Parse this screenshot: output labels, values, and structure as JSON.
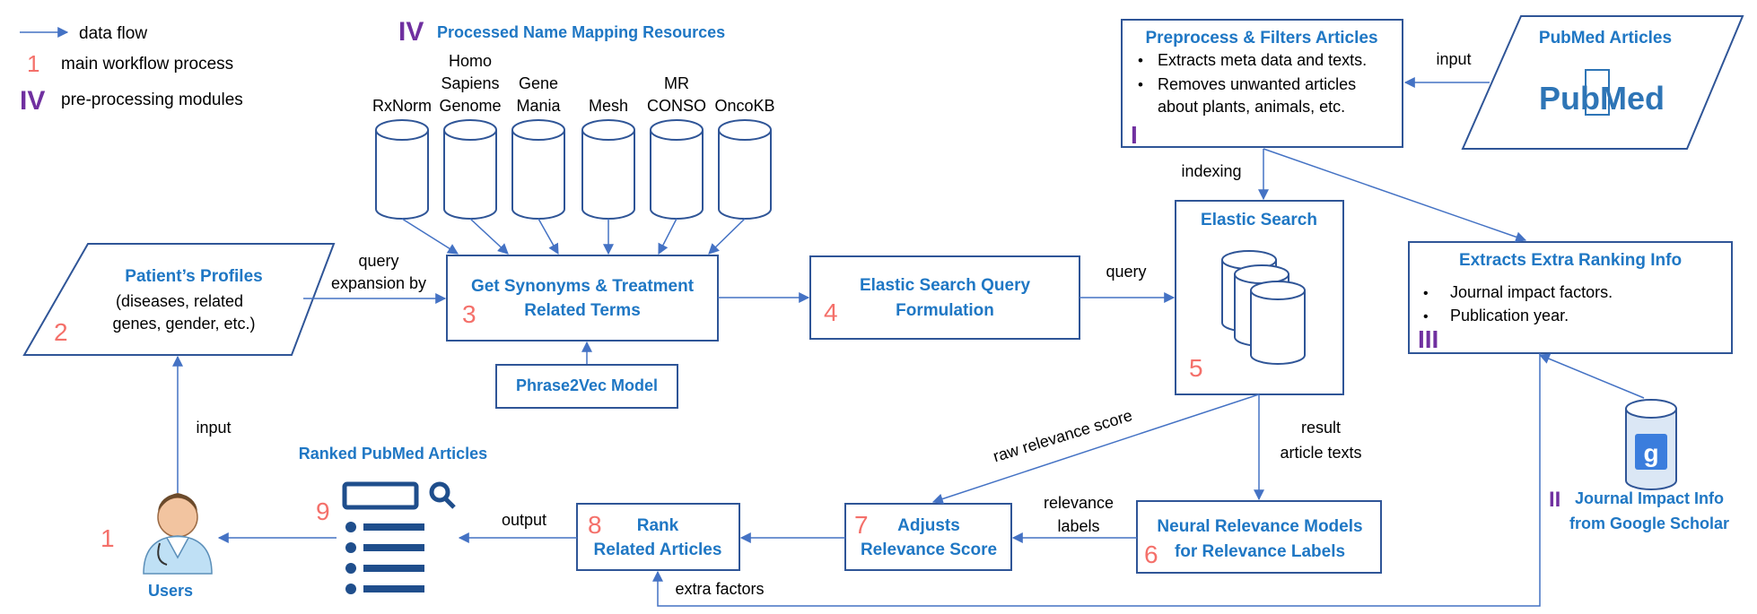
{
  "legend": {
    "data_flow": "data flow",
    "num_example": "1",
    "main_process": "main workflow process",
    "roman_example": "IV",
    "preprocessing": "pre-processing modules"
  },
  "resources": {
    "roman": "IV",
    "title": "Processed Name Mapping Resources",
    "databases": [
      {
        "lines": [
          "RxNorm"
        ]
      },
      {
        "lines": [
          "Homo",
          "Sapiens",
          "Genome"
        ]
      },
      {
        "lines": [
          "Gene",
          "Mania"
        ]
      },
      {
        "lines": [
          "Mesh"
        ]
      },
      {
        "lines": [
          "MR",
          "CONSO"
        ]
      },
      {
        "lines": [
          "OncoKB"
        ]
      }
    ]
  },
  "preprocess": {
    "title": "Preprocess & Filters Articles",
    "bullet1": "Extracts meta data and texts.",
    "bullet2a": "Removes unwanted articles",
    "bullet2b": "about plants, animals, etc.",
    "roman": "I"
  },
  "pubmed": {
    "title": "PubMed Articles",
    "logo_text": "PubMed"
  },
  "patient": {
    "title": "Patient’s Profiles",
    "line1": "(diseases, related",
    "line2": "genes, gender, etc.)",
    "number": "2"
  },
  "synonyms": {
    "line1": "Get Synonyms & Treatment",
    "line2": "Related Terms",
    "number": "3"
  },
  "phrase2vec": {
    "title": "Phrase2Vec Model"
  },
  "query_form": {
    "line1": "Elastic Search Query",
    "line2": "Formulation",
    "number": "4"
  },
  "elastic": {
    "title": "Elastic Search",
    "number": "5"
  },
  "extra_rank": {
    "title": "Extracts Extra Ranking Info",
    "bullet1": "Journal impact factors.",
    "bullet2": "Publication year.",
    "roman": "III"
  },
  "scholar": {
    "roman": "II",
    "line1": "Journal Impact Info",
    "line2": "from Google Scholar"
  },
  "neural": {
    "line1": "Neural Relevance Models",
    "line2": "for Relevance Labels",
    "number": "6"
  },
  "adjust": {
    "line1": "Adjusts",
    "line2": "Relevance Score",
    "number": "7"
  },
  "rank": {
    "line1": "Rank",
    "line2": "Related Articles",
    "number": "8"
  },
  "ranked": {
    "title": "Ranked PubMed Articles",
    "number": "9"
  },
  "users": {
    "title": "Users",
    "number": "1"
  },
  "edges": {
    "input_top": "input",
    "indexing": "indexing",
    "query_exp1": "query",
    "query_exp2": "expansion by",
    "query": "query",
    "input_left": "input",
    "raw_rel": "raw relevance score",
    "result1": "result",
    "result2": "article texts",
    "rel_labels1": "relevance",
    "rel_labels2": "labels",
    "output": "output",
    "extra_factors": "extra factors"
  },
  "colors": {
    "blue_text": "#1f77c4",
    "line": "#4472c4",
    "box_border": "#2f5597",
    "number": "#f4706a",
    "roman": "#7030a0",
    "db_fill": "#dbe7f5",
    "icon": "#1f4e8c"
  }
}
